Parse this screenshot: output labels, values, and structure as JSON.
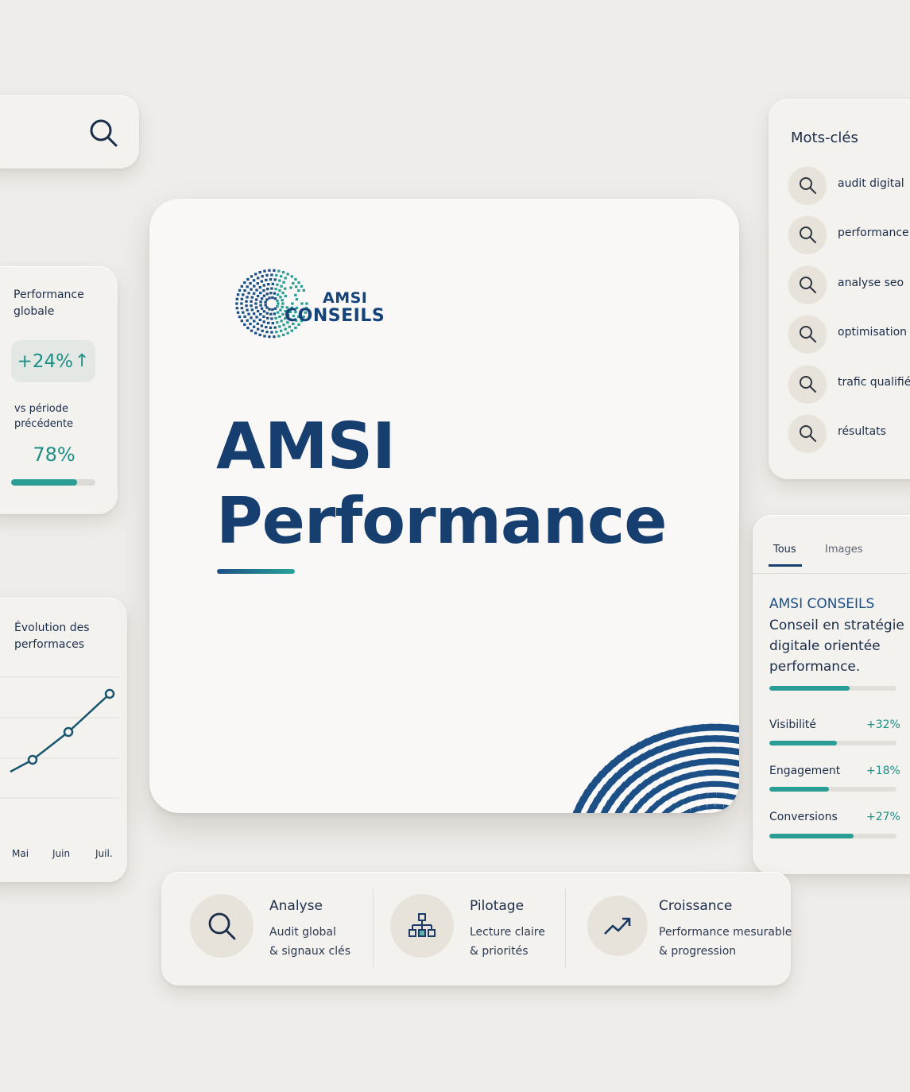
{
  "colors": {
    "navy": "#163e6e",
    "teal": "#2a9d94",
    "background": "#efedea"
  },
  "search": {
    "icon": "search-icon"
  },
  "performance": {
    "title": "Performance globale",
    "change": "+24%",
    "change_icon": "arrow-up-icon",
    "comparison": "vs période précédente",
    "percent_label": "78%",
    "progress": 0.78
  },
  "evolution": {
    "title": "Évolution des performaces",
    "chart_data": {
      "type": "line",
      "categories": [
        "Mai",
        "Juin",
        "Juil."
      ],
      "points_visible": 3,
      "grid": true
    }
  },
  "main": {
    "logo_line1": "AMSI",
    "logo_line2": "CONSEILS",
    "headline_line1": "AMSI",
    "headline_line2": "Performance"
  },
  "keywords": {
    "title": "Mots-clés",
    "items": [
      {
        "label": "audit digital"
      },
      {
        "label": "performance"
      },
      {
        "label": "analyse seo"
      },
      {
        "label": "optimisation"
      },
      {
        "label": "trafic qualifié"
      },
      {
        "label": "résultats"
      }
    ]
  },
  "results": {
    "tabs": [
      {
        "label": "Tous",
        "active": true
      },
      {
        "label": "Images",
        "active": false
      }
    ],
    "brand": "AMSI CONSEILS",
    "description": "Conseil en stratégie digitale orientée performance.",
    "description_progress": 0.63,
    "metrics": [
      {
        "label": "Visibilité",
        "value": "+32%",
        "progress": 0.53
      },
      {
        "label": "Engagement",
        "value": "+18%",
        "progress": 0.47
      },
      {
        "label": "Conversions",
        "value": "+27%",
        "progress": 0.66
      }
    ]
  },
  "features": [
    {
      "title": "Analyse",
      "line1": "Audit global",
      "line2": "& signaux clés",
      "icon": "search-icon"
    },
    {
      "title": "Pilotage",
      "line1": "Lecture claire",
      "line2": "& priorités",
      "icon": "org-chart-icon"
    },
    {
      "title": "Croissance",
      "line1": "Performance mesurable",
      "line2": "& progression",
      "icon": "trending-up-icon"
    }
  ]
}
